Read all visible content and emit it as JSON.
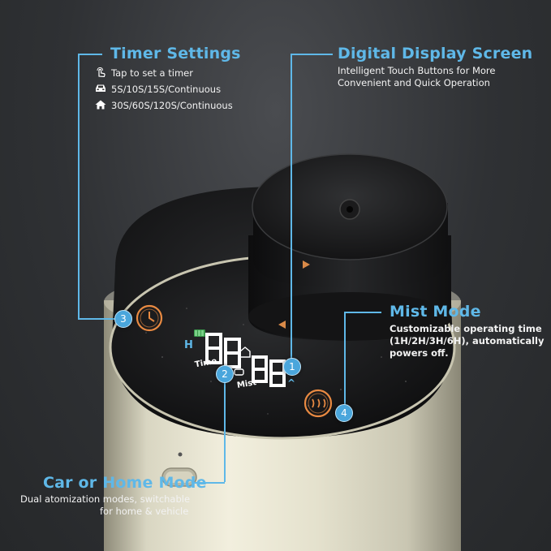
{
  "timer": {
    "title": "Timer Settings",
    "tap": "Tap to set a timer",
    "car": "5S/10S/15S/Continuous",
    "home": "30S/60S/120S/Continuous",
    "badge": "3"
  },
  "display": {
    "title": "Digital Display Screen",
    "desc1": "Intelligent Touch Buttons for More",
    "desc2": "Convenient and Quick Operation",
    "badge": "1"
  },
  "mist": {
    "title": "Mist Mode",
    "desc1": "Customizable operating time",
    "desc2": "(1H/2H/3H/6H), automatically",
    "desc3": "powers off.",
    "badge": "4"
  },
  "mode": {
    "title": "Car or Home Mode",
    "desc1": "Dual atomization modes, switchable",
    "desc2": "for home & vehicle",
    "badge": "2"
  },
  "screen": {
    "left_indicator": "H",
    "time_label": "Time",
    "mist_label": "Mist",
    "right_indicator": "^",
    "digits_left": "88",
    "digits_right": "88"
  },
  "colors": {
    "accent": "#5fb8e8",
    "badge": "#4aa6dc",
    "led": "#e98a42",
    "body": "#e6e3cf"
  }
}
